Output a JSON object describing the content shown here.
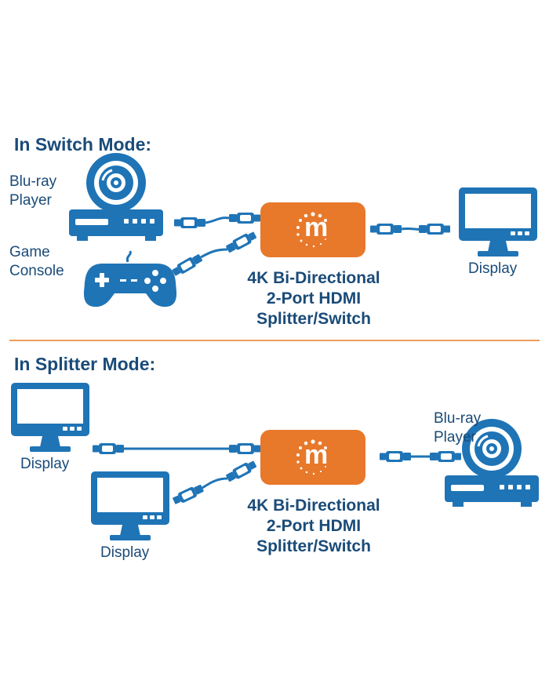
{
  "colors": {
    "device_blue": "#1f74b6",
    "text_navy": "#1a4b78",
    "hub_orange": "#e8782a",
    "divider_orange": "#ef9c5a",
    "background": "#ffffff"
  },
  "switch_mode": {
    "heading": "In Switch Mode:",
    "sources": [
      {
        "label_line1": "Blu-ray",
        "label_line2": "Player",
        "icon": "bluray-player-icon"
      },
      {
        "label_line1": "Game",
        "label_line2": "Console",
        "icon": "game-controller-icon"
      }
    ],
    "hub": {
      "logo": "m",
      "line1": "4K Bi-Directional",
      "line2": "2-Port HDMI",
      "line3": "Splitter/Switch"
    },
    "output": {
      "label": "Display",
      "icon": "monitor-icon"
    }
  },
  "splitter_mode": {
    "heading": "In Splitter Mode:",
    "outputs": [
      {
        "label": "Display",
        "icon": "monitor-icon"
      },
      {
        "label": "Display",
        "icon": "monitor-icon"
      }
    ],
    "hub": {
      "logo": "m",
      "line1": "4K Bi-Directional",
      "line2": "2-Port HDMI",
      "line3": "Splitter/Switch"
    },
    "source": {
      "label_line1": "Blu-ray",
      "label_line2": "Player",
      "icon": "bluray-player-icon"
    }
  }
}
